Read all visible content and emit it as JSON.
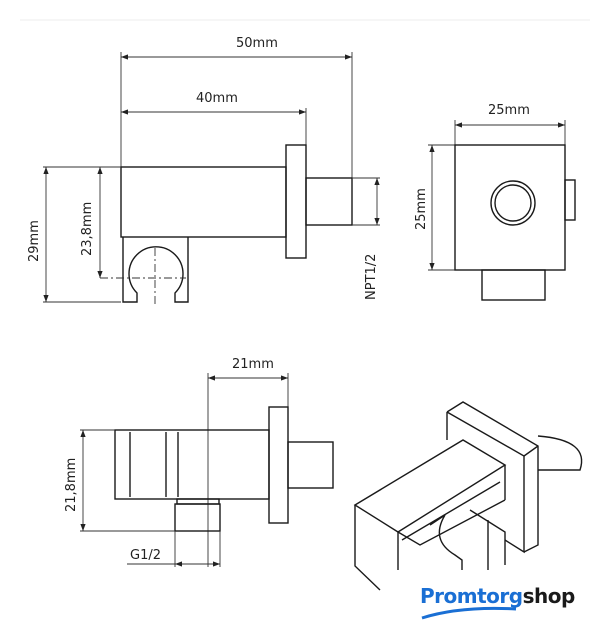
{
  "side_view": {
    "width_total": "50mm",
    "width_body": "40mm",
    "height_total": "29mm",
    "height_center": "23,8mm",
    "thread": "NPT1/2"
  },
  "front_view": {
    "width": "25mm",
    "height": "25mm"
  },
  "bottom_view": {
    "offset": "21mm",
    "height": "21,8mm",
    "thread": "G1/2"
  },
  "logo": {
    "part1": "Promtorg",
    "part2": "shop",
    "colors": {
      "part1": "#1a6fd4",
      "part2": "#1a1a1a"
    }
  }
}
